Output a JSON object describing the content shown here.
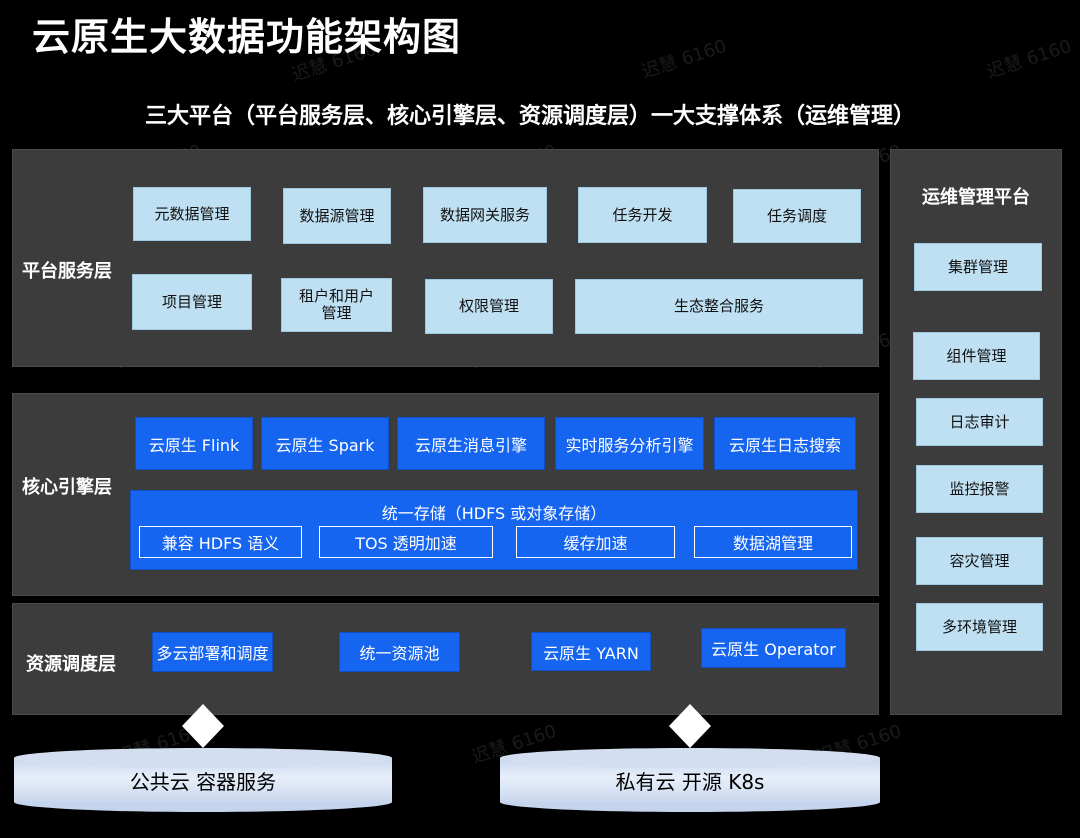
{
  "title": "云原生大数据功能架构图",
  "subtitle": "三大平台（平台服务层、核心引擎层、资源调度层）一大支撑体系（运维管理）",
  "watermark": "迟慧 6160",
  "platform_service_layer": {
    "label": "平台服务层",
    "items": [
      "元数据管理",
      "数据源管理",
      "数据网关服务",
      "任务开发",
      "任务调度",
      "项目管理",
      "租户和用户\n管理",
      "权限管理",
      "生态整合服务"
    ]
  },
  "core_engine_layer": {
    "label": "核心引擎层",
    "engines": [
      "云原生 Flink",
      "云原生 Spark",
      "云原生消息引擎",
      "实时服务分析引擎",
      "云原生日志搜索"
    ],
    "storage": {
      "title": "统一存储（HDFS 或对象存储）",
      "features": [
        "兼容 HDFS 语义",
        "TOS 透明加速",
        "缓存加速",
        "数据湖管理"
      ]
    }
  },
  "resource_scheduling_layer": {
    "label": "资源调度层",
    "items": [
      "多云部署和调度",
      "统一资源池",
      "云原生 YARN",
      "云原生 Operator"
    ]
  },
  "ops_platform": {
    "title": "运维管理平台",
    "items": [
      "集群管理",
      "组件管理",
      "日志审计",
      "监控报警",
      "容灾管理",
      "多环境管理"
    ]
  },
  "infrastructure": [
    "公共云 容器服务",
    "私有云 开源 K8s"
  ],
  "colors": {
    "panel": "#3c3c3c",
    "cyan_box": "#bfe0f2",
    "blue_box": "#1565f0",
    "cylinder": "#c4d4ec"
  }
}
